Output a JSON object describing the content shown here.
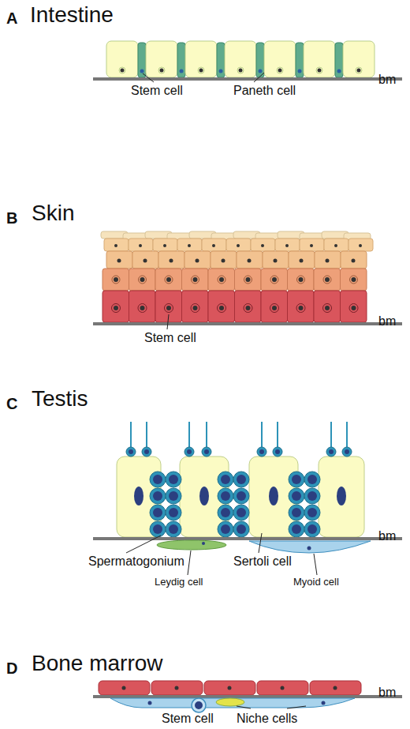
{
  "diagram": {
    "labels": [
      "A",
      "Intestine",
      "bm",
      "Stem cell",
      "Paneth cell",
      "B",
      "Skin",
      "bm",
      "Stem cell",
      "C",
      "Testis",
      "bm",
      "Spermatogonium",
      "Sertoli cell",
      "Leydig cell",
      "Myoid cell",
      "D",
      "Bone marrow",
      "bm",
      "Stem cell",
      "Niche cells"
    ]
  }
}
